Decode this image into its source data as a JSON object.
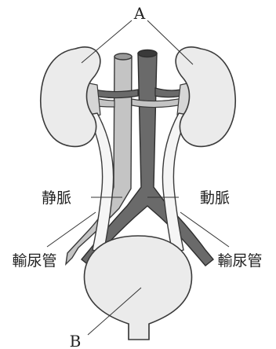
{
  "labels": {
    "a": "A",
    "b": "B",
    "vein": "静脈",
    "artery": "動脈",
    "ureter_left": "輸尿管",
    "ureter_right": "輸尿管"
  },
  "colors": {
    "organ_fill": "#ebebeb",
    "outline": "#3a3a3a",
    "artery": "#6a6a6a",
    "vein": "#c4c4c4",
    "ureter": "#f5f5f5"
  }
}
